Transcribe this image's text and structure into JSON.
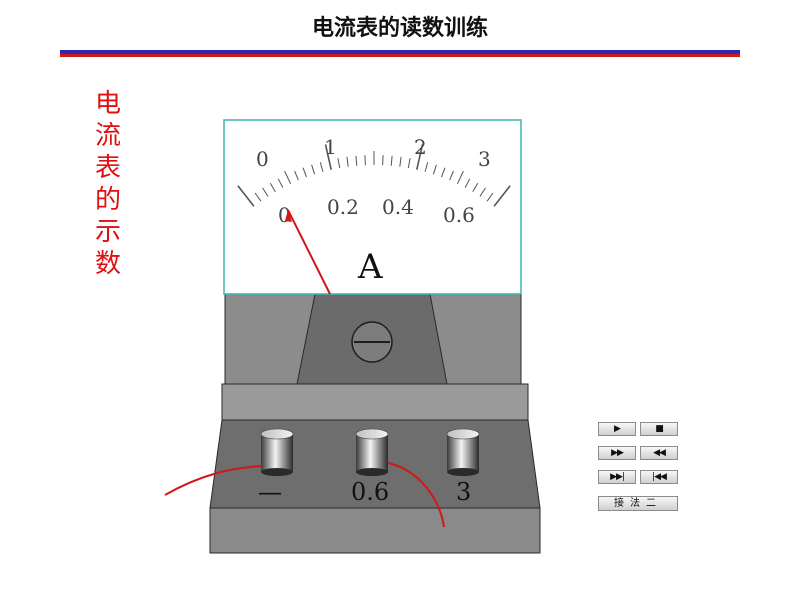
{
  "header": {
    "title": "电流表的读数训练"
  },
  "side_title": {
    "chars": [
      "电",
      "流",
      "表",
      "的",
      "示",
      "数"
    ],
    "color": "#e01010"
  },
  "meter": {
    "unit": "A",
    "upper_scale_labels": [
      "0",
      "1",
      "2",
      "3"
    ],
    "lower_scale_labels": [
      "0",
      "0.2",
      "0.4",
      "0.6"
    ],
    "terminals": [
      "—",
      "0.6",
      "3"
    ],
    "wire_color": "#d01818",
    "body_color": "#7a7a7a"
  },
  "controls": {
    "play": "▶",
    "stop": "■",
    "fast_forward": "▶▶",
    "rewind": "◀◀",
    "skip_end": "▶▶|",
    "skip_start": "|◀◀",
    "mode": "接法二"
  }
}
